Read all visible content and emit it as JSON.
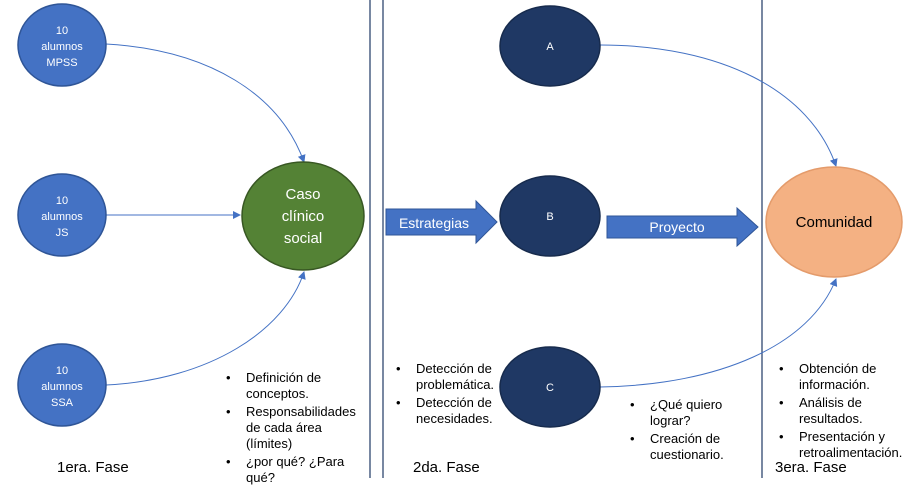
{
  "phases": [
    {
      "label": "1era. Fase"
    },
    {
      "label": "2da. Fase"
    },
    {
      "label": "3era. Fase"
    }
  ],
  "student_groups": [
    {
      "count": "10",
      "unit": "alumnos",
      "group": "MPSS"
    },
    {
      "count": "10",
      "unit": "alumnos",
      "group": "JS"
    },
    {
      "count": "10",
      "unit": "alumnos",
      "group": "SSA"
    }
  ],
  "case_node": {
    "line1": "Caso",
    "line2": "clínico",
    "line3": "social"
  },
  "middle_nodes": [
    {
      "label": "A"
    },
    {
      "label": "B"
    },
    {
      "label": "C"
    }
  ],
  "community_node": {
    "label": "Comunidad"
  },
  "arrows": {
    "strategies": "Estrategias",
    "project": "Proyecto"
  },
  "bullets": {
    "phase1": [
      "Definición de conceptos.",
      "Responsabilidades de cada área (límites)",
      "¿por qué? ¿Para qué?"
    ],
    "phase2": [
      "Detección de problemática.",
      "Detección de necesidades."
    ],
    "project": [
      "¿Qué quiero lograr?",
      "Creación de cuestionario."
    ],
    "phase3": [
      "Obtención de información.",
      "Análisis de resultados.",
      "Presentación y retroalimentación."
    ]
  },
  "colors": {
    "student_node": "#4472c4",
    "case_node": "#548235",
    "middle_node": "#1f3864",
    "community_node": "#f4b183",
    "connector": "#4472c4",
    "divider": "#1f3864"
  }
}
